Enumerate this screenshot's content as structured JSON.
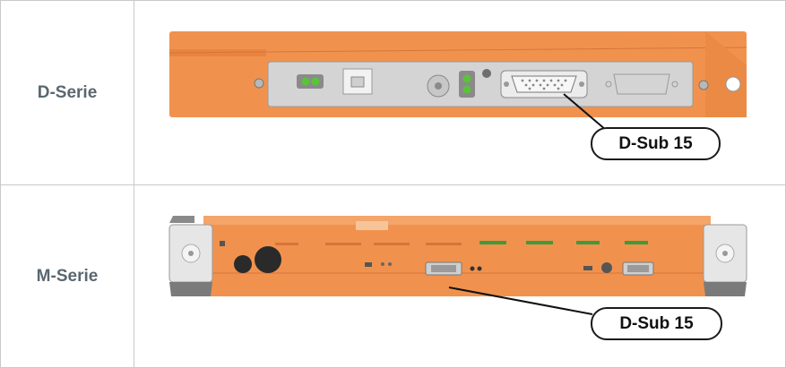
{
  "rows": [
    {
      "label": "D-Serie",
      "callout": "D-Sub 15"
    },
    {
      "label": "M-Serie",
      "callout": "D-Sub 15"
    }
  ],
  "colors": {
    "orange": "#f0924e",
    "orange_dark": "#d8743a",
    "panel_grey": "#d4d4d4",
    "border": "#c9c9c9",
    "label_text": "#5a6770",
    "led_green": "#5cc23a"
  }
}
